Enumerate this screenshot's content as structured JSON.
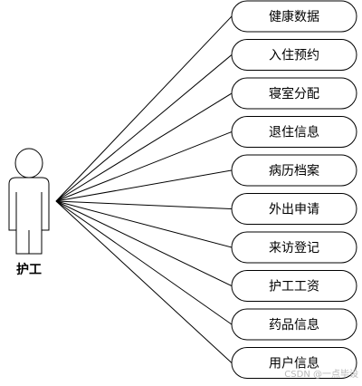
{
  "actor": {
    "label": "护工"
  },
  "use_cases": [
    {
      "label": "健康数据"
    },
    {
      "label": "入住预约"
    },
    {
      "label": "寝室分配"
    },
    {
      "label": "退住信息"
    },
    {
      "label": "病历档案"
    },
    {
      "label": "外出申请"
    },
    {
      "label": "来访登记"
    },
    {
      "label": "护工工资"
    },
    {
      "label": "药品信息"
    },
    {
      "label": "用户信息"
    }
  ],
  "watermark": "CSDN @一点毕设"
}
